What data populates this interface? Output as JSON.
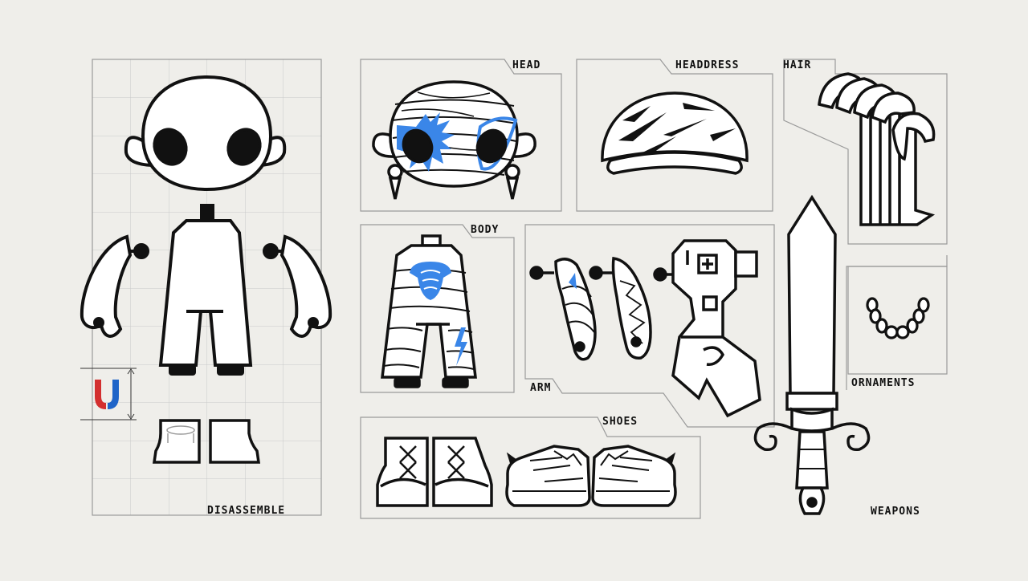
{
  "labels": {
    "disassemble": "DISASSEMBLE",
    "head": "HEAD",
    "headdress": "HEADDRESS",
    "hair": "HAIR",
    "body": "BODY",
    "arm": "ARM",
    "ornaments": "ORNAMENTS",
    "shoes": "SHOES",
    "weapons": "WEAPONS"
  },
  "colors": {
    "background": "#efeeea",
    "stroke": "#111111",
    "accent_blue": "#3a86e8",
    "magnet_red": "#d32f2f",
    "magnet_blue": "#1e64c8",
    "panel_line": "#9a9a9a",
    "grid_line": "#c9c9c9"
  },
  "icons": {
    "magnet": "magnet-icon",
    "sword": "sword-icon"
  }
}
